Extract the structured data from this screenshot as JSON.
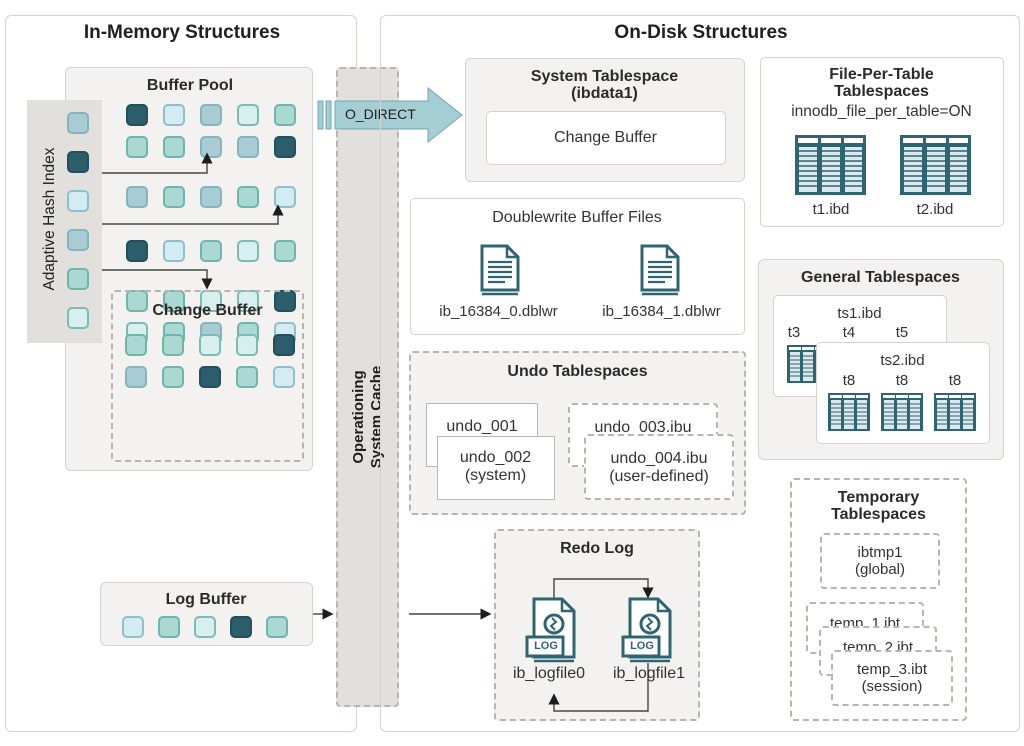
{
  "colors": {
    "tile_dark": "#2c5d6b",
    "tile_teal": "#a9d9d2",
    "tile_blue": "#a9cbd3",
    "tile_light_blue": "#d4ebf2",
    "tile_mint": "#d7efee",
    "panel_gray": "#f3f2f0",
    "cache_gray": "#e1e0dc",
    "icon_teal": "#2f6472",
    "arrow_fill": "#a5cdd4"
  },
  "in_memory": {
    "title": "In-Memory Structures",
    "buffer_pool": {
      "title": "Buffer Pool",
      "rows": [
        [
          "dark",
          "lblue",
          "blue",
          "mint",
          "teal"
        ],
        [
          "teal",
          "teal",
          "blue",
          "blue",
          "dark"
        ],
        [
          "blue",
          "teal",
          "blue",
          "teal",
          "lblue"
        ],
        [
          "dark",
          "lblue",
          "teal",
          "mint",
          "teal"
        ],
        [
          "teal",
          "teal",
          "mint",
          "mint",
          "dark"
        ],
        [
          "mint",
          "teal",
          "blue",
          "teal",
          "lblue"
        ]
      ]
    },
    "adaptive_hash_index": {
      "label": "Adaptive Hash Index",
      "tiles": [
        "blue",
        "dark",
        "lblue",
        "blue",
        "teal",
        "mint"
      ]
    },
    "change_buffer": {
      "title": "Change Buffer",
      "rows": [
        [
          "teal",
          "teal",
          "mint",
          "mint",
          "dark"
        ],
        [
          "blue",
          "teal",
          "dark",
          "teal",
          "lblue"
        ]
      ]
    },
    "log_buffer": {
      "title": "Log Buffer",
      "tiles": [
        "lblue",
        "teal",
        "mint",
        "dark",
        "teal"
      ]
    }
  },
  "os_cache": {
    "line1": "Operationing",
    "line2": "System Cache"
  },
  "o_direct": {
    "label": "O_DIRECT"
  },
  "on_disk": {
    "title": "On-Disk Structures",
    "system_tablespace": {
      "title": "System Tablespace",
      "subtitle": "(ibdata1)",
      "inner": "Change Buffer"
    },
    "file_per_table": {
      "title_line1": "File-Per-Table",
      "title_line2": "Tablespaces",
      "setting": "innodb_file_per_table=ON",
      "files": [
        "t1.ibd",
        "t2.ibd"
      ]
    },
    "doublewrite": {
      "title": "Doublewrite Buffer Files",
      "files": [
        "ib_16384_0.dblwr",
        "ib_16384_1.dblwr"
      ]
    },
    "general_tablespaces": {
      "title": "General Tablespaces",
      "ts1": {
        "name": "ts1.ibd",
        "tables": [
          "t3",
          "t4",
          "t5"
        ]
      },
      "ts2": {
        "name": "ts2.ibd",
        "tables": [
          "t8",
          "t8",
          "t8"
        ]
      }
    },
    "undo_tablespaces": {
      "title": "Undo Tablespaces",
      "undo_001": "undo_001",
      "undo_002": {
        "name": "undo_002",
        "note": "(system)"
      },
      "undo_003": "undo_003.ibu",
      "undo_004": {
        "name": "undo_004.ibu",
        "note": "(user-defined)"
      }
    },
    "temporary_tablespaces": {
      "title_line1": "Temporary",
      "title_line2": "Tablespaces",
      "ibtmp1": {
        "name": "ibtmp1",
        "note": "(global)"
      },
      "temp_1": "temp_1.ibt",
      "temp_2": "temp_2.ibt",
      "temp_3": {
        "name": "temp_3.ibt",
        "note": "(session)"
      }
    },
    "redo_log": {
      "title": "Redo Log",
      "badge": "LOG",
      "files": [
        "ib_logfile0",
        "ib_logfile1"
      ]
    }
  }
}
